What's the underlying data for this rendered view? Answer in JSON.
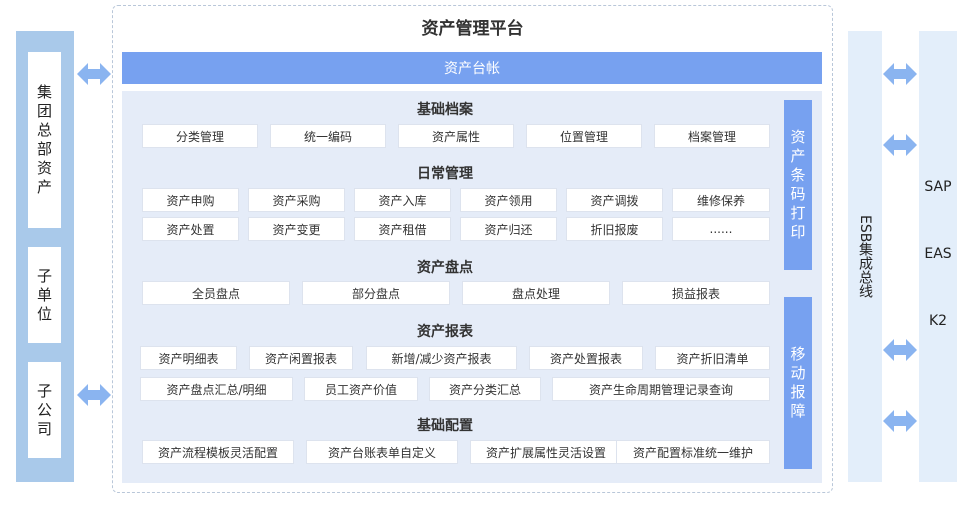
{
  "title": "资产管理平台",
  "ledger": "资产台帐",
  "left": [
    "集团总部资产",
    "子单位",
    "子公司"
  ],
  "sections": {
    "basic_archive": {
      "title": "基础档案",
      "items": [
        "分类管理",
        "统一编码",
        "资产属性",
        "位置管理",
        "档案管理"
      ]
    },
    "daily": {
      "title": "日常管理",
      "row1": [
        "资产申购",
        "资产采购",
        "资产入库",
        "资产领用",
        "资产调拨",
        "维修保养"
      ],
      "row2": [
        "资产处置",
        "资产变更",
        "资产租借",
        "资产归还",
        "折旧报废",
        "......"
      ]
    },
    "inventory": {
      "title": "资产盘点",
      "items": [
        "全员盘点",
        "部分盘点",
        "盘点处理",
        "损益报表"
      ]
    },
    "report": {
      "title": "资产报表",
      "row1": [
        "资产明细表",
        "资产闲置报表",
        "新增/减少资产报表",
        "资产处置报表",
        "资产折旧清单"
      ],
      "row2": [
        "资产盘点汇总/明细",
        "员工资产价值",
        "资产分类汇总",
        "资产生命周期管理记录查询"
      ]
    },
    "config": {
      "title": "基础配置",
      "items": [
        "资产流程模板灵活配置",
        "资产台账表单自定义",
        "资产扩展属性灵活设置",
        "资产配置标准统一维护"
      ]
    }
  },
  "side": [
    "资产条码打印",
    "移动报障"
  ],
  "esb": "ESB集成总线",
  "systems": [
    "SAP",
    "EAS",
    "K2"
  ],
  "colors": {
    "primary": "#77a1f0",
    "left_col": "#a9c9ea",
    "panel": "#e5ecf8",
    "right_col": "#e3eefa",
    "arrow": "#8ab4f0"
  },
  "icons": [
    "double-arrow-icon"
  ]
}
